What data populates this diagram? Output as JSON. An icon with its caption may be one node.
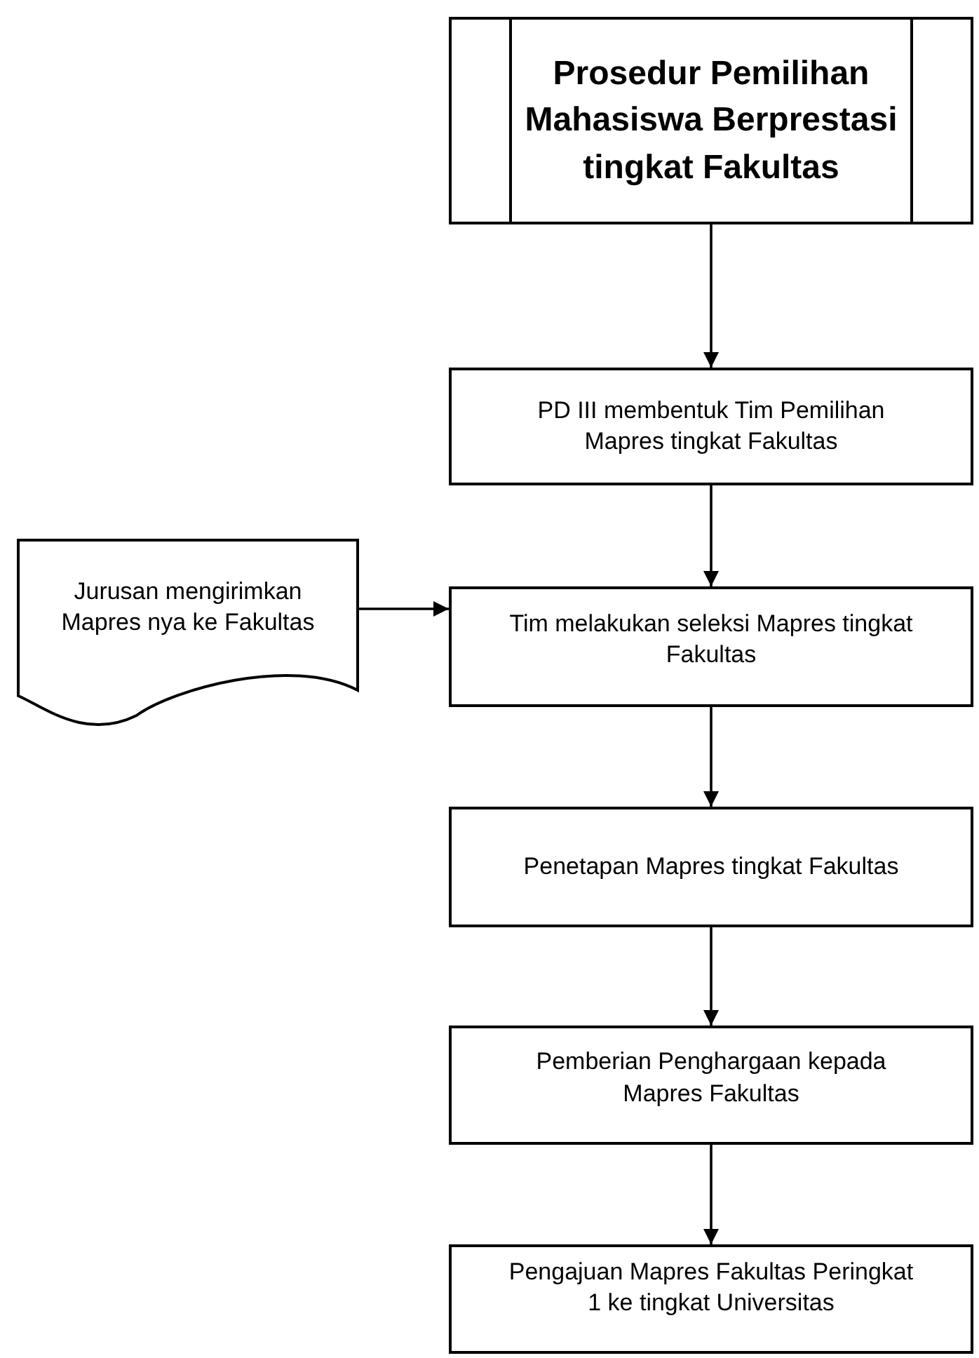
{
  "diagram": {
    "nodes": [
      {
        "text": [
          "Prosedur Pemilihan Mahasiswa Berprestasi tingkat Fakultas"
        ]
      },
      {
        "text": [
          "PD III membentuk Tim Pemilihan Mapres tingkat Fakultas"
        ]
      },
      {
        "text": [
          "Jurusan mengirimkan Mapres nya ke Fakultas"
        ]
      },
      {
        "text": [
          "Tim melakukan seleksi Mapres tingkat Fakultas"
        ]
      },
      {
        "text": [
          "Penetapan Mapres tingkat Fakultas"
        ]
      },
      {
        "text": [
          "Pemberian Penghargaan kepada Mapres Fakultas"
        ]
      },
      {
        "text": [
          "Pengajuan Mapres Fakultas Peringkat 1 ke tingkat Universitas"
        ]
      }
    ],
    "edges": [
      {
        "from": 0,
        "to": 1,
        "arrow": "to"
      },
      {
        "from": 1,
        "to": 3,
        "arrow": "to"
      },
      {
        "from": 2,
        "to": 3,
        "arrow": "to"
      },
      {
        "from": 3,
        "to": 4,
        "arrow": "to"
      },
      {
        "from": 4,
        "to": 5,
        "arrow": "to"
      },
      {
        "from": 5,
        "to": 6,
        "arrow": "to"
      }
    ]
  }
}
